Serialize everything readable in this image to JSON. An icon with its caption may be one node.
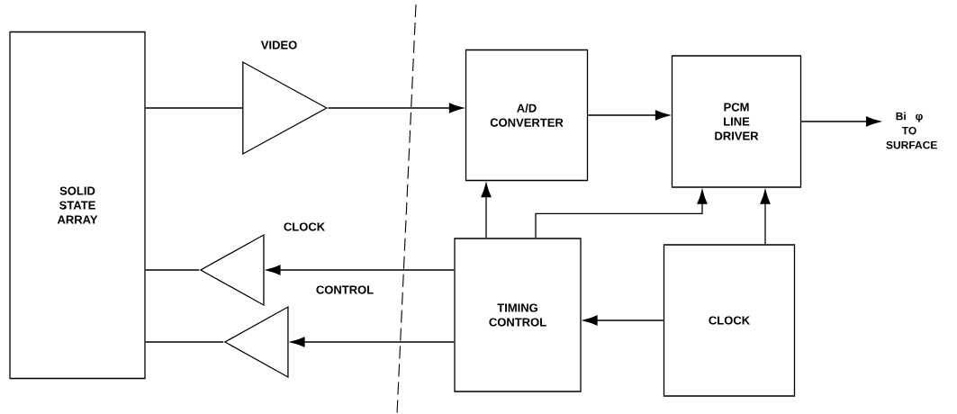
{
  "diagram": {
    "nodes": [
      {
        "text": [
          "SOLID STATE ARRAY"
        ]
      },
      {
        "text": [],
        "shape": "triangle",
        "beside": [
          "VIDEO"
        ]
      },
      {
        "text": [
          "A/D CONVERTER"
        ]
      },
      {
        "text": [
          "PCM LINE DRIVER"
        ]
      },
      {
        "text": [
          "Bi φ TO SURFACE"
        ]
      },
      {
        "text": [],
        "shape": "triangle",
        "beside": [
          "CLOCK"
        ]
      },
      {
        "text": [
          "TIMING CONTROL"
        ]
      },
      {
        "text": [],
        "shape": "triangle",
        "beside": [
          "CONTROL"
        ]
      },
      {
        "text": [
          "CLOCK"
        ]
      }
    ],
    "edges": [
      {
        "from": 0,
        "to": 1,
        "arrow": "none"
      },
      {
        "from": 1,
        "to": 2,
        "arrow": "to"
      },
      {
        "from": 2,
        "to": 3,
        "arrow": "to"
      },
      {
        "from": 3,
        "to": 4,
        "arrow": "to"
      },
      {
        "from": 6,
        "to": 2,
        "arrow": "to"
      },
      {
        "from": 6,
        "to": 3,
        "arrow": "to"
      },
      {
        "from": 8,
        "to": 3,
        "arrow": "to"
      },
      {
        "from": 8,
        "to": 6,
        "arrow": "to"
      },
      {
        "from": 6,
        "to": 5,
        "arrow": "to"
      },
      {
        "from": 5,
        "to": 0,
        "arrow": "none"
      },
      {
        "from": 6,
        "to": 7,
        "arrow": "to"
      },
      {
        "from": 7,
        "to": 0,
        "arrow": "none"
      }
    ]
  }
}
